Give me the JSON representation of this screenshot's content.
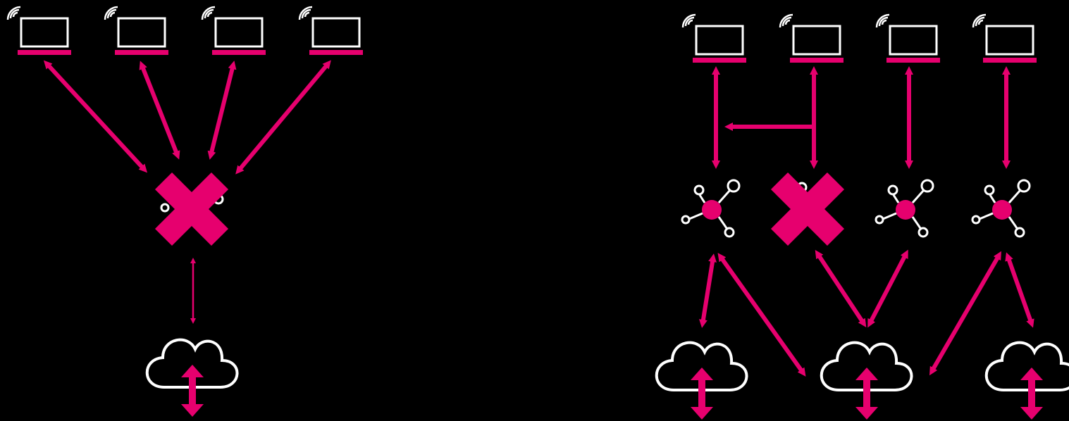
{
  "colors": {
    "background": "#000000",
    "accent": "#e6006e",
    "outline": "#ffffff"
  },
  "icons": {
    "device": "laptop-wifi-icon",
    "hub": "network-hub-icon",
    "cloud": "cloud-upload-download-icon",
    "failure": "failure-x-icon"
  },
  "left_diagram": {
    "laptops": 4,
    "hubs": 1,
    "failed_hubs": 1,
    "clouds": 1
  },
  "right_diagram": {
    "laptops": 4,
    "hubs": 4,
    "failed_hubs": 1,
    "clouds": 3
  }
}
